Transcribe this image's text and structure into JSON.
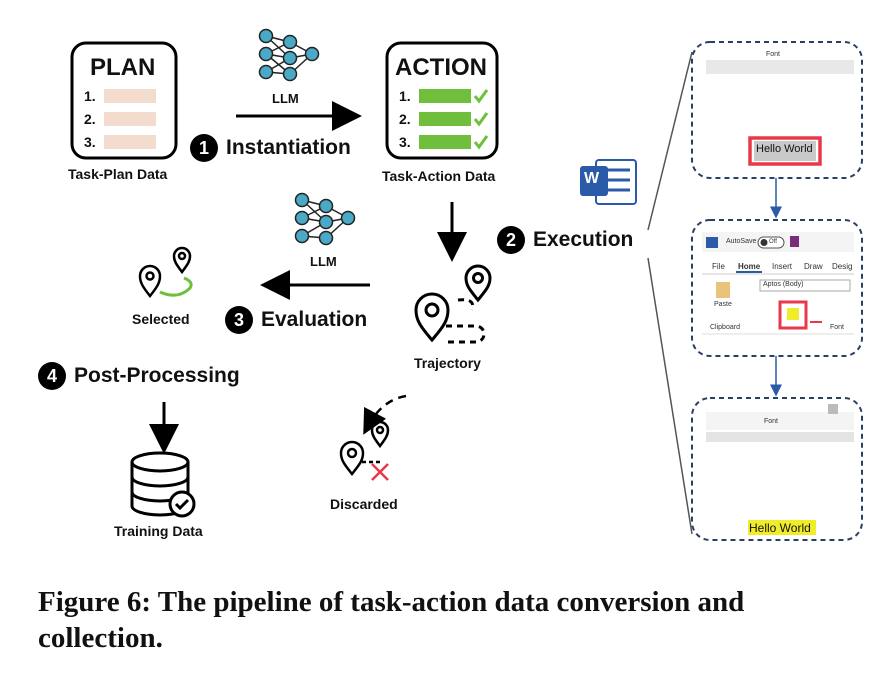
{
  "plan_box": {
    "title": "PLAN",
    "items": [
      "1.",
      "2.",
      "3."
    ]
  },
  "action_box": {
    "title": "ACTION",
    "items": [
      "1.",
      "2.",
      "3."
    ]
  },
  "labels": {
    "task_plan": "Task-Plan Data",
    "task_action": "Task-Action Data",
    "llm_top": "LLM",
    "llm_mid": "LLM",
    "selected": "Selected",
    "trajectory": "Trajectory",
    "discarded": "Discarded",
    "training": "Training Data"
  },
  "steps": [
    {
      "num": "1",
      "label": "Instantiation"
    },
    {
      "num": "2",
      "label": "Execution"
    },
    {
      "num": "3",
      "label": "Evaluation"
    },
    {
      "num": "4",
      "label": "Post-Processing"
    }
  ],
  "word_panels": {
    "panel1": {
      "font_header": "Font",
      "selected_text": "Hello World"
    },
    "panel2": {
      "autosave": "AutoSave",
      "toggle": "Off",
      "tabs": [
        "File",
        "Home",
        "Insert",
        "Draw",
        "Desig"
      ],
      "font_name": "Aptos (Body)",
      "paste": "Paste",
      "clipboard": "Clipboard",
      "font_group": "Font"
    },
    "panel3": {
      "font_group": "Font",
      "highlighted_text": "Hello World"
    }
  },
  "caption": "Figure 6: The pipeline of task-action data conversion and collection.",
  "colors": {
    "plan_fill": "#f3dccd",
    "action_fill": "#6fbf3c",
    "network": "#4aa9c6",
    "highlight": "#f1ec2a",
    "red_box": "#e8394a",
    "word_blue": "#2a5aa8"
  }
}
